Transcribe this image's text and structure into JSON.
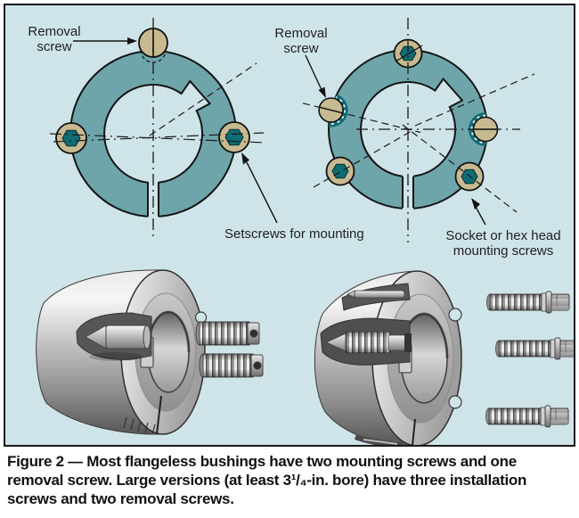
{
  "panel": {
    "bg_color": "#cfe4e9",
    "ring_color": "#6da5ab",
    "screw_head_color": "#c8ba90",
    "hex_socket_color": "#0f6b74"
  },
  "labels": {
    "left_removal_screw": "Removal screw",
    "right_removal_screw": "Removal screw",
    "setscrews": "Setscrews for mounting",
    "socket_mounting": "Socket or hex head mounting screws"
  },
  "caption": {
    "text": "Figure 2 — Most flangeless bushings have two mounting screws and one removal screw. Large versions (at least 3¹/₄-in. bore) have three installation screws and two removal screws."
  }
}
